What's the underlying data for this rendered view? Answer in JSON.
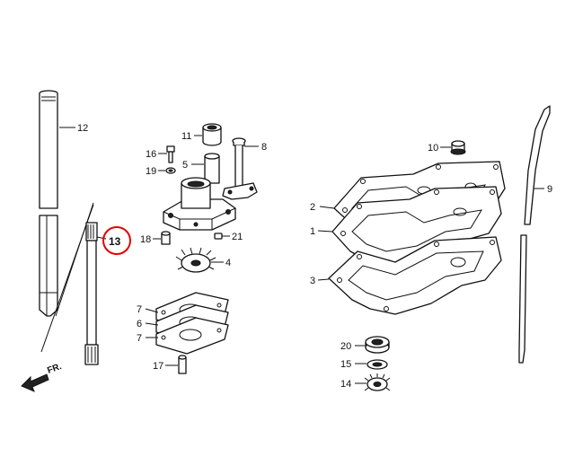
{
  "diagram": {
    "front_label": "FR.",
    "highlight_color": "#e60000",
    "callouts": {
      "p1": "1",
      "p2": "2",
      "p3": "3",
      "p4": "4",
      "p5": "5",
      "p6": "6",
      "p7a": "7",
      "p7b": "7",
      "p8": "8",
      "p9": "9",
      "p10": "10",
      "p11": "11",
      "p12": "12",
      "p13": "13",
      "p14": "14",
      "p15": "15",
      "p16": "16",
      "p17": "17",
      "p18": "18",
      "p19": "19",
      "p20": "20",
      "p21": "21"
    }
  }
}
